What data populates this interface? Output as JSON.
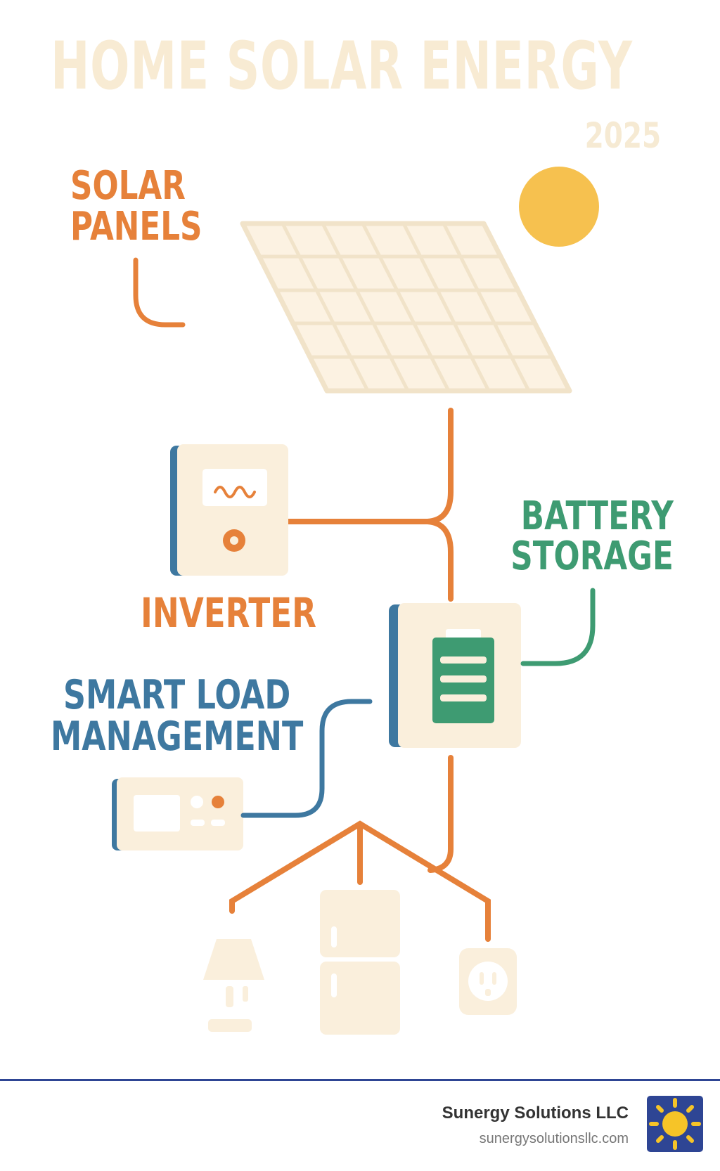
{
  "title": "HOME SOLAR ENERGY",
  "year": "2025",
  "labels": {
    "solar_line1": "SOLAR",
    "solar_line2": "PANELS",
    "battery_line1": "BATTERY",
    "battery_line2": "STORAGE",
    "inverter": "INVERTER",
    "smart_line1": "SMART LOAD",
    "smart_line2": "MANAGEMENT"
  },
  "footer": {
    "company": "Sunergy Solutions LLC",
    "website": "sunergysolutionsllc.com"
  },
  "colors": {
    "orange": "#e6813a",
    "green": "#3e9b72",
    "blue": "#3e78a0",
    "cream": "#faefdc",
    "sun": "#f6c14f",
    "navy": "#2e4594"
  },
  "icons": [
    "sun-icon",
    "solar-panel-icon",
    "inverter-icon",
    "battery-icon",
    "smart-load-controller-icon",
    "lamp-icon",
    "refrigerator-icon",
    "outlet-icon",
    "logo-sun-icon"
  ]
}
